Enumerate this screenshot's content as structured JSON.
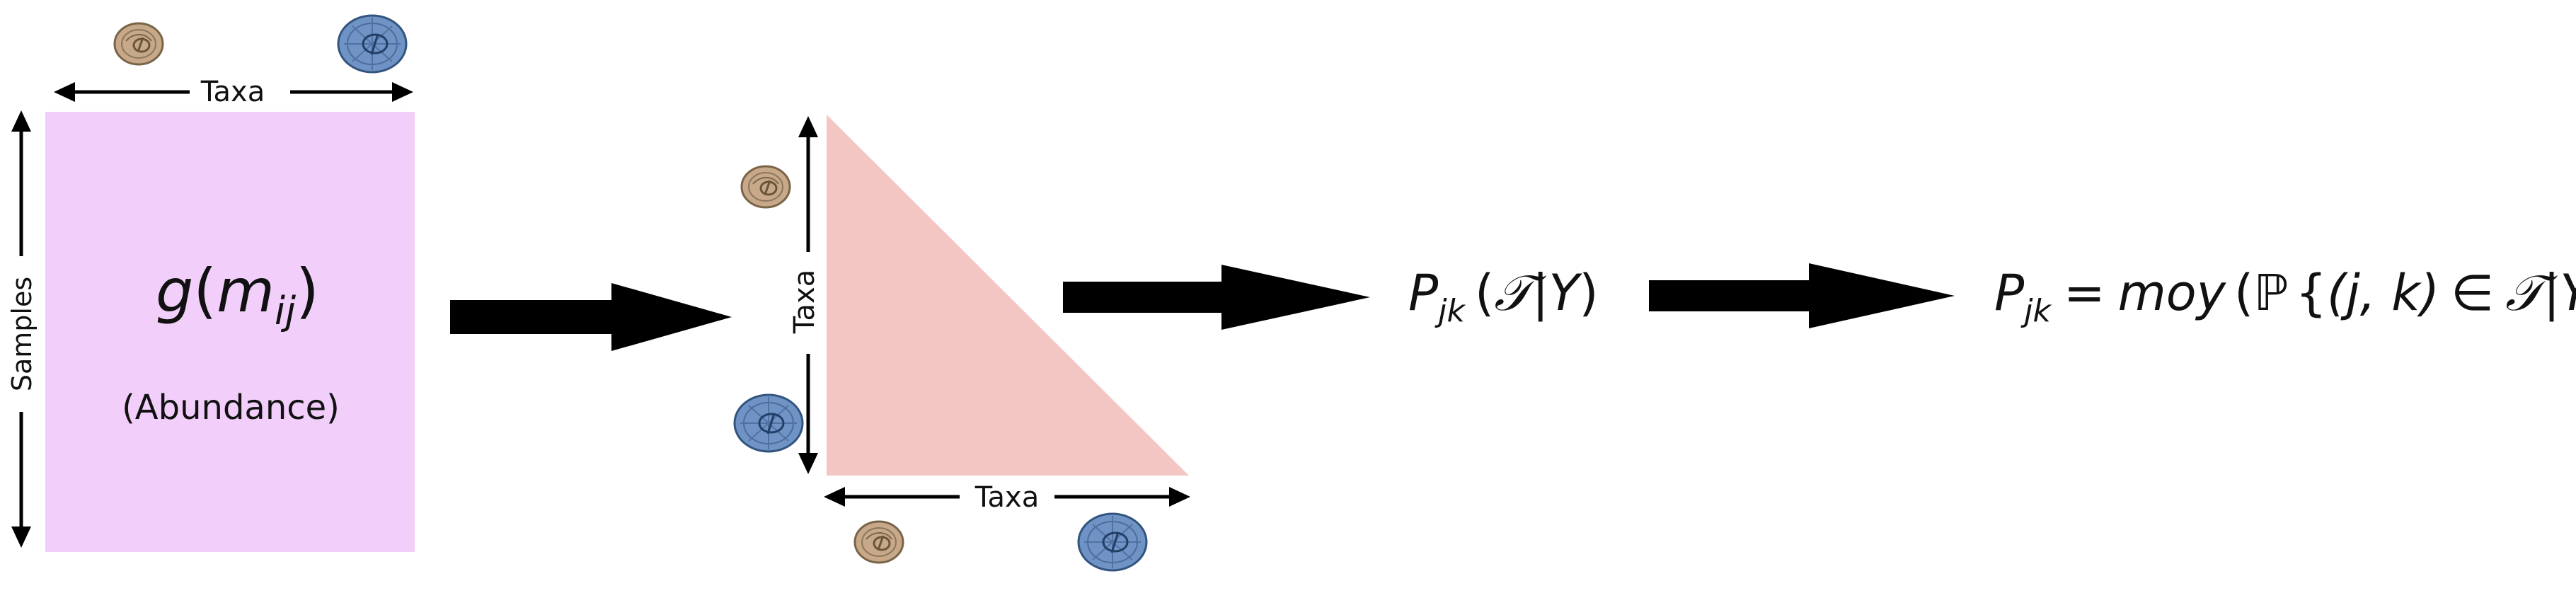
{
  "colors": {
    "matrix_fill": "#F2CFFA",
    "triangle_fill": "#F4C6C3",
    "arrow_fill": "#000000",
    "taxon_small_fill": "#C7A98A",
    "taxon_small_stroke": "#7A6448",
    "taxon_large_fill": "#6E93C4",
    "taxon_large_stroke": "#33547F"
  },
  "icons": {
    "taxon_small": "tan-foraminifera-icon",
    "taxon_large": "blue-foraminifera-icon"
  },
  "matrix_panel": {
    "top_axis_label": "Taxa",
    "left_axis_label": "Samples",
    "formula_g": "g",
    "formula_open": "(",
    "formula_m": "m",
    "formula_sub": "ij",
    "formula_close": ")",
    "caption": "(Abundance)"
  },
  "triangle_panel": {
    "left_axis_label": "Taxa",
    "bottom_axis_label": "Taxa"
  },
  "formula1": {
    "P": "P",
    "sub": "jk",
    "open": "(",
    "T": "𝒯",
    "bar": "|",
    "Y": "Y",
    "close": ")"
  },
  "formula2": {
    "P": "P",
    "sub": "jk",
    "eq": "=",
    "moy": "moy",
    "open": "(",
    "bb_p": "ℙ",
    "lbrace": "{",
    "pair": "(j, k)",
    "in": "∈",
    "T": "𝒯",
    "bar": "|",
    "Y": "Y",
    "rbrace": "}",
    "close": ")"
  }
}
